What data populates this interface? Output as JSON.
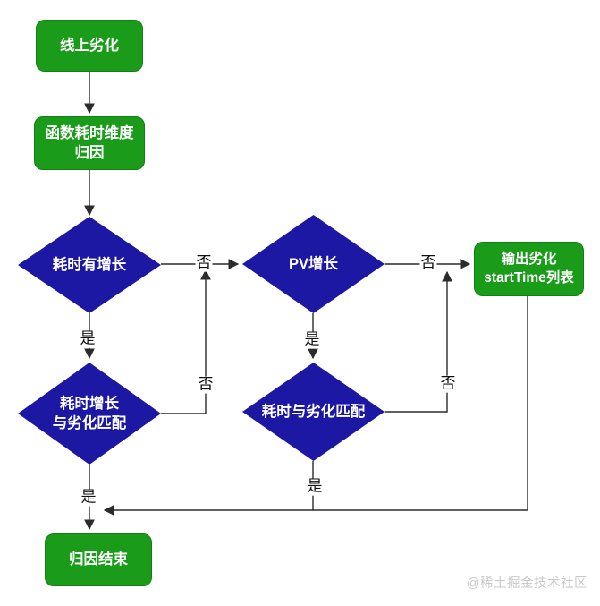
{
  "diagram": {
    "nodes": {
      "start": {
        "label": "线上劣化"
      },
      "attribution": {
        "label": "函数耗时维度\n归因"
      },
      "cost_increase": {
        "label": "耗时有增长"
      },
      "pv_increase": {
        "label": "PV增长"
      },
      "cost_match_degrade": {
        "label": "耗时增长\n与劣化匹配"
      },
      "cost_degrade_match": {
        "label": "耗时与劣化匹配"
      },
      "output_list": {
        "label": "输出劣化\nstartTime列表"
      },
      "end": {
        "label": "归因结束"
      }
    },
    "edge_labels": {
      "no1": "否",
      "no2": "否",
      "no3": "否",
      "no4": "否",
      "yes1": "是",
      "yes2": "是",
      "yes3": "是",
      "yes4": "是"
    },
    "watermark": "@稀土掘金技术社区"
  },
  "colors": {
    "process_fill": "#1a9c1a",
    "process_border": "#108010",
    "decision_fill": "#1c18a4",
    "node_text": "#ffffff",
    "edge_color": "#2b2b2b",
    "label_color": "#111111",
    "watermark_color": "#c9c9c9",
    "canvas_bg": "#ffffff"
  }
}
